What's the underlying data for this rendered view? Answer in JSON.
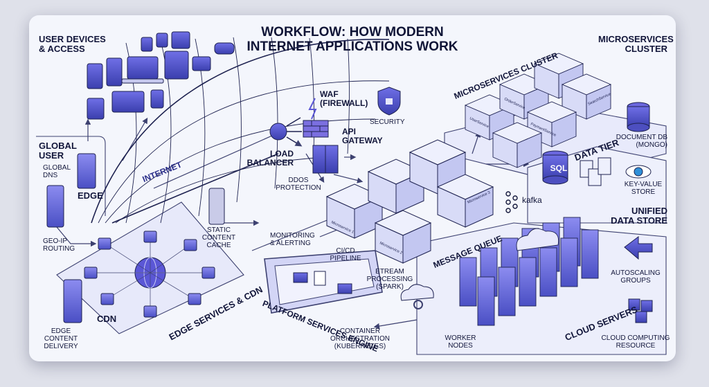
{
  "title": "WORKFLOW: HOW MODERN\nINTERNET APPLICATIONS WORK",
  "labels": {
    "user_devices": "USER DEVICES\n& ACCESS",
    "global_user": "GLOBAL\nUSER",
    "global_dns": "GLOBAL\nDNS",
    "edge": "EDGE",
    "geo_ip": "GEO-IP\nROUTING",
    "internet": "INTERNET",
    "waf": "WAF\n(FIREWALL)",
    "security": "SECURITY",
    "api_gateway": "API\nGATEWAY",
    "load_balancer": "LOAD\nBALANCER",
    "ddos": "DDOS\nPROTECTION",
    "static_cache": "STATIC\nCONTENT\nCACHE",
    "cdn": "CDN",
    "edge_delivery": "EDGE\nCONTENT\nDELIVERY",
    "edge_services": "EDGE SERVICES\n& CDN",
    "monitoring": "MONITORING\n& ALERTING",
    "cicd": "CI/CD\nPIPELINE",
    "stream": "ETREAM\nPROCESSING\n(SPARK)",
    "platform": "PLATFORM SERVICES\nENGINE",
    "container": "CONTAINER\nORCHESTRATION\n(KUBERNETES)",
    "message_queue": "MESSAGE QUEUE",
    "kafka": "kafka",
    "ms_cluster_rot": "MICROSERVICES CLUSTER",
    "ms_cluster": "MICROSERVICES\nCLUSTER",
    "data_tier": "DATA TIER",
    "document_db": "DOCUMENT DB\n(MONGO)",
    "sql": "SQL",
    "key_value": "KEY-VALUE\nSTORE",
    "unified": "UNIFIED\nDATA STORE",
    "autoscaling": "AUTOSCALING\nGROUPS",
    "cloud_servers": "CLOUD SERVERS",
    "worker_nodes": "WORKER\nNODES",
    "cloud_resource": "CLOUD COMPUTING\nRESOURCE"
  },
  "cube_labels": {
    "microservice_1": "Microservice 1",
    "microservice_2": "Microservice 2",
    "microservice_3": "Microservice 3",
    "user_service": "UserService",
    "order_service": "OrderService",
    "payment_service": "PaymentService",
    "search_service": "SearchService"
  },
  "colors": {
    "accent": "#5b57d6",
    "dark_navy": "#12163a",
    "line": "#3d4170",
    "light_purple": "#cdd0f4",
    "soft_bg": "#f4f6fc"
  }
}
